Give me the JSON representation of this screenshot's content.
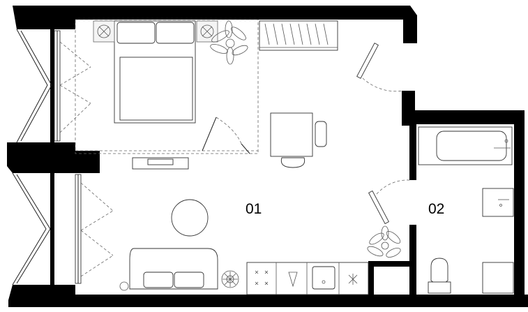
{
  "rooms": [
    {
      "id": "main",
      "label": "01"
    },
    {
      "id": "bath",
      "label": "02"
    }
  ],
  "colors": {
    "wall": "#000000",
    "line": "#222222",
    "background": "#ffffff"
  }
}
